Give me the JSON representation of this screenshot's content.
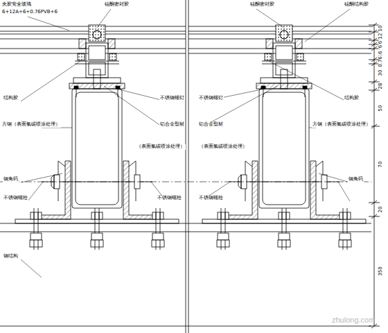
{
  "diagram": {
    "labels": [
      "夹胶安全玻璃",
      "6+12A+6+0.76PVB+6",
      "硅酮密封胶",
      "硅酮密封胶",
      "硅酮结构胶",
      "结构胶",
      "不锈钢螺钉",
      "不锈钢螺钉",
      "结构胶",
      "方钢（表面氟碳喷涂处理）",
      "铝合金型材",
      "铝合金型材",
      "方钢（表面氟碳喷涂处理）",
      "（表面氟碳喷涂处理）",
      "（表面氟碳喷涂处理）",
      "钢角码",
      "钢角码",
      "不锈钢螺栓",
      "不锈钢螺栓",
      "不锈钢螺栓",
      "钢结构",
      "10",
      "12",
      "6",
      "6",
      "16",
      "0.76",
      "30",
      "28",
      "50",
      "70",
      "20",
      "350",
      "zhulong.com"
    ]
  }
}
